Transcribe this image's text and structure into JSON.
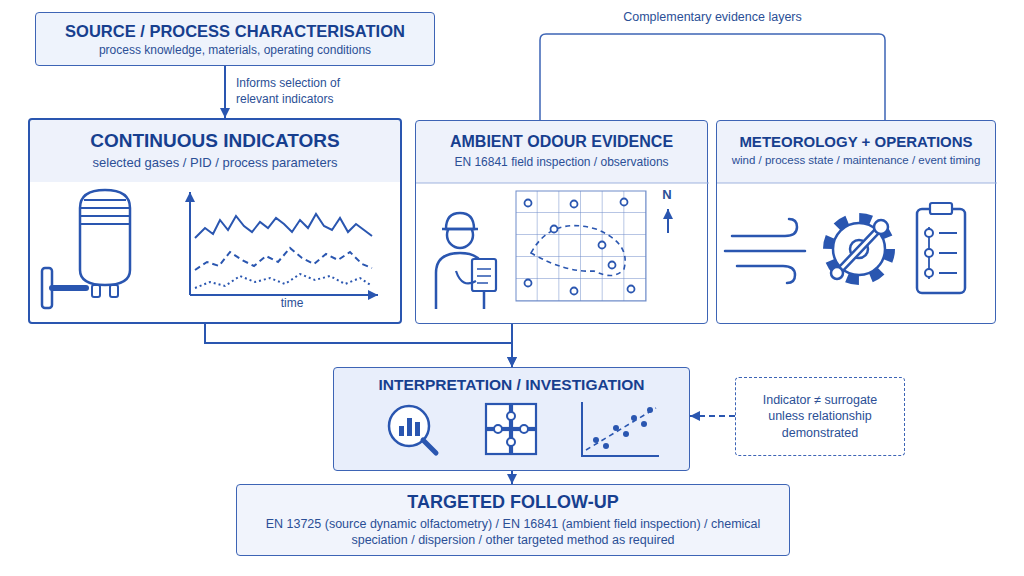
{
  "diagram": {
    "nodes": [
      {
        "text": [
          "SOURCE / PROCESS CHARACTERISATION",
          "process knowledge, materials, operating conditions"
        ]
      },
      {
        "text": [
          "CONTINUOUS INDICATORS",
          "selected gases / PID / process parameters"
        ]
      },
      {
        "text": [
          "AMBIENT ODOUR EVIDENCE",
          "EN 16841 field inspection / observations"
        ]
      },
      {
        "text": [
          "METEOROLOGY + OPERATIONS",
          "wind / process state / maintenance / event timing"
        ]
      },
      {
        "text": [
          "INTERPRETATION / INVESTIGATION"
        ]
      },
      {
        "text": [
          "Indicator ≠ surrogate unless relationship demonstrated"
        ]
      },
      {
        "text": [
          "TARGETED FOLLOW-UP",
          "EN 13725 (source dynamic olfactometry) / EN 16841 (ambient field inspection) / chemical speciation / dispersion / other targeted method as required"
        ]
      }
    ],
    "edges": [
      {
        "from": 0,
        "to": 1,
        "arrow": "to",
        "label": "Informs selection of relevant indicators"
      },
      {
        "from": 1,
        "to": 4,
        "arrow": "to"
      },
      {
        "from": 2,
        "to": 4,
        "arrow": "to"
      },
      {
        "from": 5,
        "to": 4,
        "arrow": "to"
      },
      {
        "from": 4,
        "to": 6,
        "arrow": "to"
      }
    ],
    "labels": [
      "Complementary evidence layers",
      "time",
      "N"
    ]
  }
}
